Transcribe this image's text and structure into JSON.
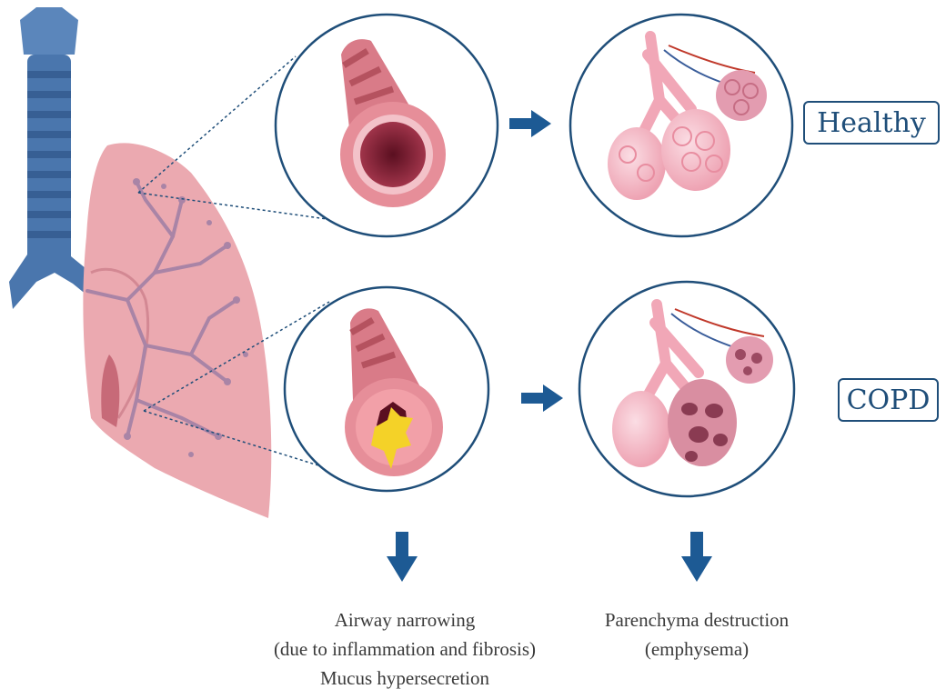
{
  "labels": {
    "healthy": "Healthy",
    "copd": "COPD"
  },
  "captions": {
    "airway": {
      "line1": "Airway narrowing",
      "line2": "(due to inflammation and fibrosis)",
      "line3": "Mucus hypersecretion"
    },
    "parenchyma": {
      "line1": "Parenchyma destruction",
      "line2": "(emphysema)"
    }
  },
  "colors": {
    "arrow": "#1d5a94",
    "circle_border": "#1f4e79",
    "label_border": "#1f4e79",
    "trachea": "#4a76ad",
    "lung": "#e8a4ab",
    "airway": "#c8606e",
    "mucus": "#f2d22b",
    "alveoli": "#f4b6c2"
  },
  "icons": {
    "right_arrow": "right-arrow-icon",
    "down_arrow": "down-arrow-icon"
  }
}
